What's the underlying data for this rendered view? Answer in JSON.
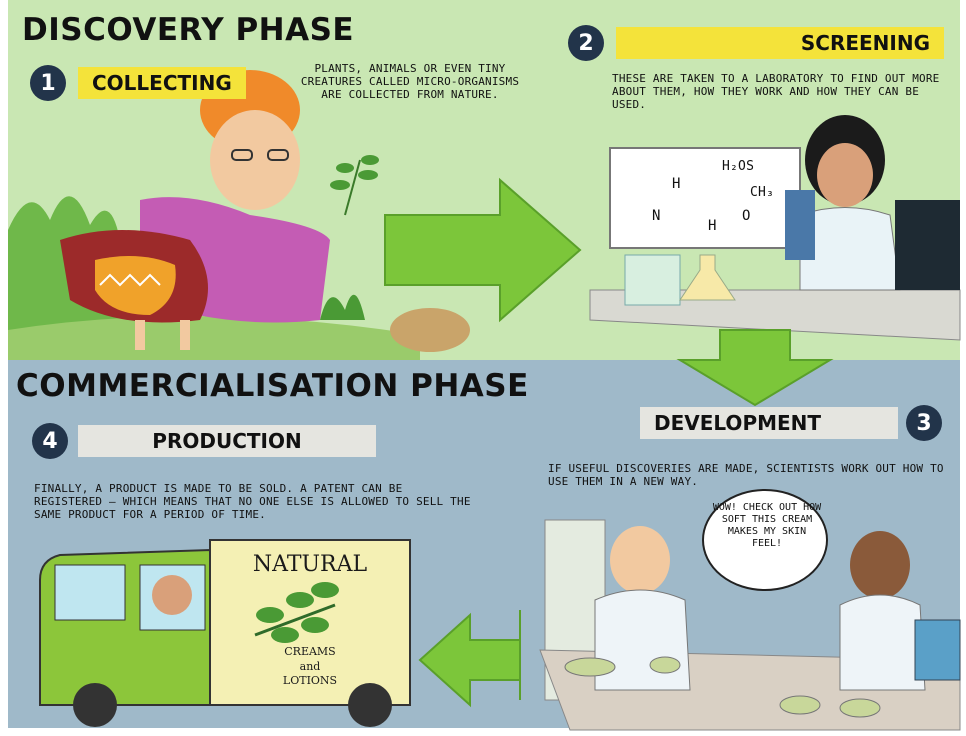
{
  "discovery": {
    "title": "DISCOVERY PHASE",
    "step1": {
      "number": "1",
      "label": "COLLECTING",
      "desc": "PLANTS, ANIMALS OR EVEN TINY CREATURES CALLED MICRO-ORGANISMS ARE COLLECTED FROM NATURE."
    },
    "step2": {
      "number": "2",
      "label": "SCREENING",
      "desc": "THESE ARE TAKEN TO A LABORATORY TO FIND OUT MORE ABOUT THEM, HOW THEY WORK AND HOW THEY CAN BE USED."
    },
    "formula": {
      "top": "H₂OS",
      "h_left": "H",
      "ch3": "CH₃",
      "n": "N",
      "o": "O",
      "h_bottom": "H"
    }
  },
  "commercialisation": {
    "title": "COMMERCIALISATION PHASE",
    "step3": {
      "number": "3",
      "label": "DEVELOPMENT",
      "desc": "IF USEFUL DISCOVERIES ARE MADE, SCIENTISTS WORK OUT HOW TO USE THEM IN A NEW WAY.",
      "speech": "WOW! CHECK OUT HOW SOFT THIS CREAM MAKES MY SKIN FEEL!"
    },
    "step4": {
      "number": "4",
      "label": "PRODUCTION",
      "desc": "FINALLY, A PRODUCT IS MADE TO BE SOLD. A PATENT CAN BE REGISTERED – WHICH MEANS THAT NO ONE ELSE IS ALLOWED TO SELL THE SAME PRODUCT FOR A PERIOD OF TIME."
    },
    "truck": {
      "brand": "NATURAL",
      "line1": "CREAMS",
      "line2": "and",
      "line3": "LOTIONS"
    }
  },
  "colors": {
    "top_panel": "#c9e7b3",
    "bottom_panel": "#9fb9c9",
    "arrow": "#7cc63a",
    "badge": "#22344a",
    "highlight": "#f4e33a"
  }
}
